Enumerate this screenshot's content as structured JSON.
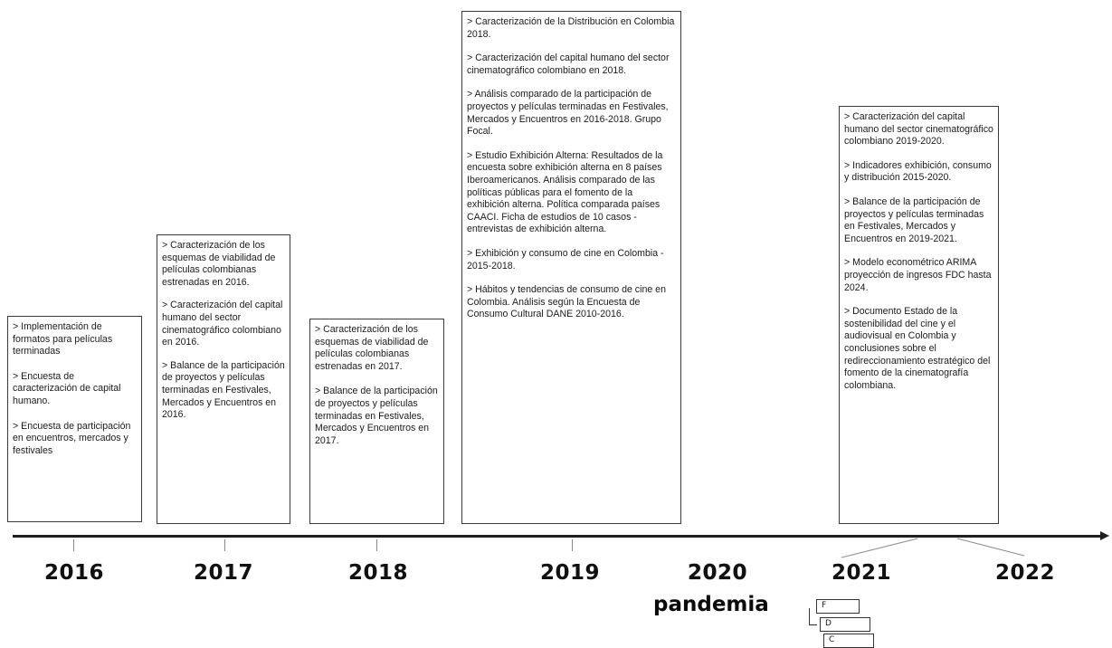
{
  "boxes": {
    "y2016": {
      "items": [
        "> Implementación de formatos para películas terminadas",
        "> Encuesta de caracterización de capital humano.",
        "> Encuesta de participación en encuentros, mercados y festivales"
      ]
    },
    "y2017": {
      "items": [
        "> Caracterización de los esquemas de viabilidad de películas colombianas estrenadas en 2016.",
        "> Caracterización del capital humano del sector cinematográfico colombiano en 2016.",
        "> Balance de la participación de proyectos y películas terminadas en Festivales, Mercados y Encuentros en 2016."
      ]
    },
    "y2018": {
      "items": [
        "> Caracterización de los esquemas de viabilidad de películas colombianas estrenadas en 2017.",
        "> Balance de la participación de proyectos y películas terminadas en Festivales, Mercados y Encuentros en 2017."
      ]
    },
    "y2019": {
      "items": [
        "> Caracterización de la Distribución en Colombia 2018.",
        "> Caracterización del capital humano del sector cinematográfico colombiano en 2018.",
        "> Análisis comparado de la participación de proyectos y películas terminadas en Festivales, Mercados y Encuentros en 2016-2018. Grupo Focal.",
        "> Estudio Exhibición Alterna: Resultados de la encuesta sobre exhibición alterna en 8 países Iberoamericanos. Análisis comparado de las políticas públicas para el fomento de la exhibición alterna. Política comparada países CAACI. Ficha de estudios de 10 casos - entrevistas de exhibición alterna.",
        "> Exhibición y consumo de cine en Colombia - 2015-2018.",
        "> Hábitos y tendencias de consumo de cine en Colombia. Análisis según la Encuesta de Consumo Cultural DANE 2010-2016."
      ]
    },
    "y2021_2022": {
      "items": [
        "> Caracterización del capital humano del sector cinematográfico colombiano 2019-2020.",
        "> Indicadores exhibición, consumo y distribución 2015-2020.",
        "> Balance de la participación de proyectos y películas terminadas en Festivales, Mercados y Encuentros en 2019-2021.",
        "> Modelo econométrico ARIMA proyección de ingresos FDC hasta 2024.",
        "> Documento Estado de la sostenibilidad del cine y el audiovisual en Colombia y conclusiones sobre el redireccionamiento estratégico del fomento de la cinematografía colombiana."
      ]
    }
  },
  "timeline": {
    "years": [
      "2016",
      "2017",
      "2018",
      "2019",
      "2020",
      "2021",
      "2022"
    ],
    "note_2020": "pandemia"
  },
  "fdc_diagram": {
    "labels": [
      "F",
      "D",
      "C"
    ]
  },
  "colors": {
    "line": "#1f1f1f",
    "box_border": "#3a3a3a",
    "text": "#1b1b1b"
  }
}
